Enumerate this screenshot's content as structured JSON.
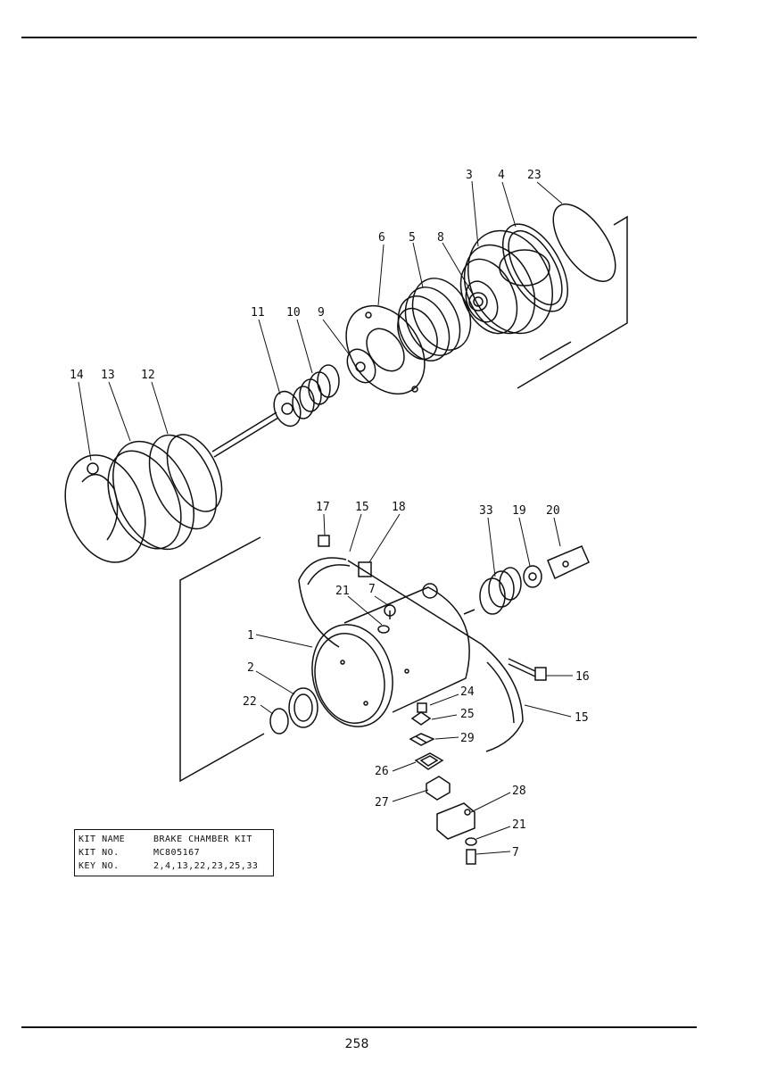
{
  "page_number": "258",
  "part_labels": {
    "p1": "1",
    "p2": "2",
    "p3": "3",
    "p4": "4",
    "p5": "5",
    "p6": "6",
    "p7a": "7",
    "p7b": "7",
    "p8": "8",
    "p9": "9",
    "p10": "10",
    "p11": "11",
    "p12": "12",
    "p13": "13",
    "p14": "14",
    "p15a": "15",
    "p15b": "15",
    "p16": "16",
    "p17": "17",
    "p18": "18",
    "p19": "19",
    "p20": "20",
    "p21a": "21",
    "p21b": "21",
    "p22": "22",
    "p23": "23",
    "p24": "24",
    "p25": "25",
    "p26": "26",
    "p27": "27",
    "p28": "28",
    "p29": "29",
    "p33": "33"
  },
  "kit_table": {
    "rows": [
      {
        "key": "KIT  NAME",
        "value": "BRAKE CHAMBER KIT"
      },
      {
        "key": "KIT  NO.",
        "value": "MC805167"
      },
      {
        "key": "KEY  NO.",
        "value": "2,4,13,22,23,25,33"
      }
    ]
  }
}
